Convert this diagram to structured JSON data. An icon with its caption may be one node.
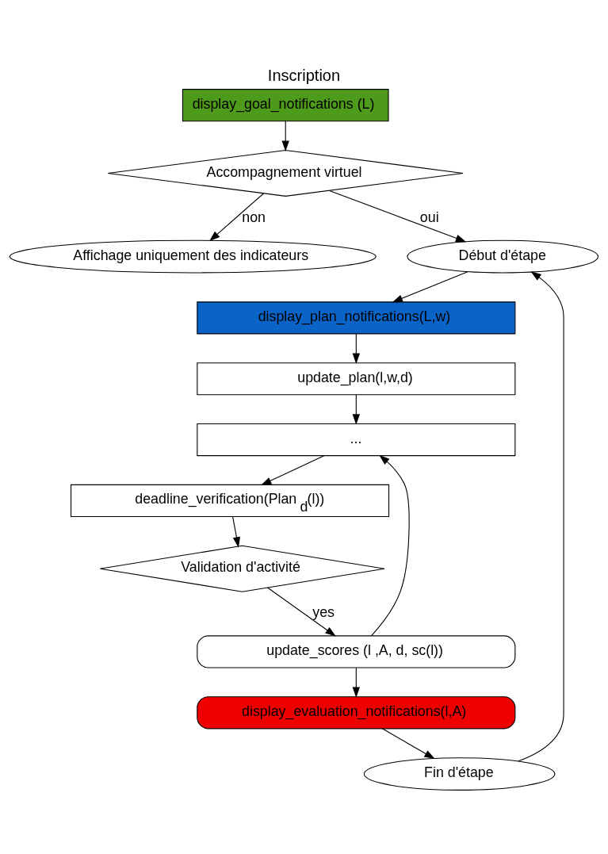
{
  "diagram": {
    "title": "Inscription",
    "nodes": [
      {
        "text": [
          "display_goal_notifications (L)"
        ]
      },
      {
        "text": [
          "Accompagnement virtuel"
        ]
      },
      {
        "text": [
          "Affichage uniquement des indicateurs"
        ]
      },
      {
        "text": [
          "Début d'étape"
        ]
      },
      {
        "text": [
          "display_plan_notifications(L,w)"
        ]
      },
      {
        "text": [
          "update_plan(l,w,d)"
        ]
      },
      {
        "text": [
          "..."
        ]
      },
      {
        "text": [
          "deadline_verification(Plan$_{d}$(l))"
        ]
      },
      {
        "text": [
          "Validation d'activité"
        ]
      },
      {
        "text": [
          "update_scores (l ,A, d, sc(l))"
        ]
      },
      {
        "text": [
          "display_evaluation_notifications(l,A)"
        ]
      },
      {
        "text": [
          "Fin d'étape"
        ]
      }
    ],
    "edges": [
      {
        "from": 0,
        "to": 1,
        "arrow": "to"
      },
      {
        "from": 1,
        "to": 2,
        "arrow": "to",
        "label": "non"
      },
      {
        "from": 1,
        "to": 3,
        "arrow": "to",
        "label": "oui"
      },
      {
        "from": 3,
        "to": 4,
        "arrow": "to"
      },
      {
        "from": 4,
        "to": 5,
        "arrow": "to"
      },
      {
        "from": 5,
        "to": 6,
        "arrow": "to"
      },
      {
        "from": 6,
        "to": 7,
        "arrow": "to"
      },
      {
        "from": 7,
        "to": 8,
        "arrow": "to"
      },
      {
        "from": 8,
        "to": 9,
        "arrow": "to",
        "label": "yes"
      },
      {
        "from": 9,
        "to": 6,
        "arrow": "to"
      },
      {
        "from": 9,
        "to": 10,
        "arrow": "to"
      },
      {
        "from": 10,
        "to": 11,
        "arrow": "to"
      },
      {
        "from": 11,
        "to": 3,
        "arrow": "to"
      }
    ]
  }
}
